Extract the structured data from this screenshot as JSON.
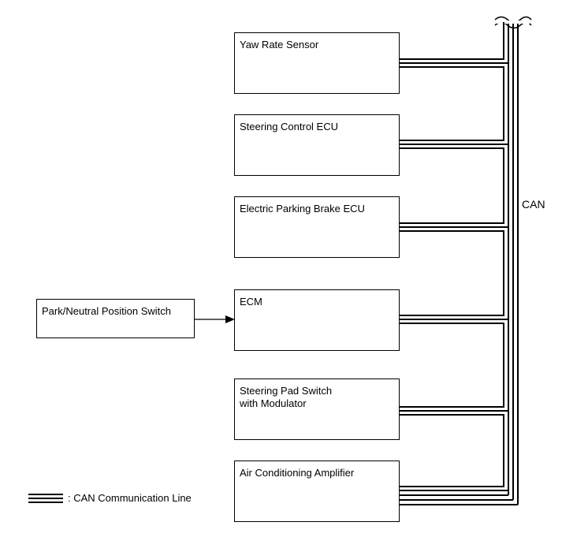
{
  "diagram": {
    "ecus": [
      {
        "label": "Yaw Rate Sensor"
      },
      {
        "label": "Steering Control ECU"
      },
      {
        "label": "Electric Parking Brake ECU"
      },
      {
        "label": "ECM"
      },
      {
        "label": "Steering Pad Switch\nwith Modulator"
      },
      {
        "label": "Air Conditioning Amplifier"
      }
    ],
    "switch": {
      "label": "Park/Neutral Position Switch"
    },
    "bus_label": "CAN",
    "legend": {
      "text": ": CAN Communication Line"
    }
  }
}
